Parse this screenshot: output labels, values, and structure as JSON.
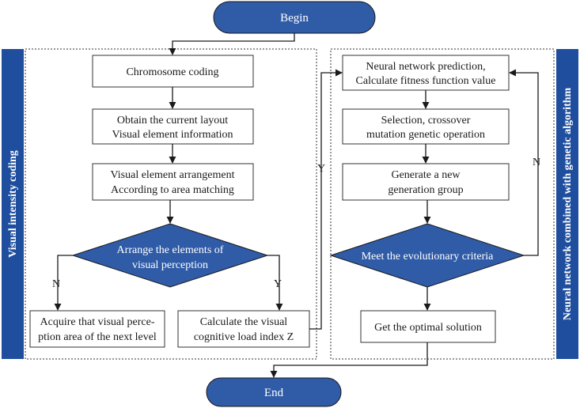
{
  "colors": {
    "node_blue": "#2f5ba7",
    "side_panel_blue": "#1f4e9e",
    "line": "#1a1a1a",
    "box_border": "#333333"
  },
  "diagram": {
    "begin": "Begin",
    "end": "End",
    "left_panel_title": "Visual intensity coding",
    "right_panel_title": "Neural network combined with genetic algorithm",
    "chromosome_coding": "Chromosome coding",
    "obtain_layout": [
      "Obtain the current layout",
      "Visual element information"
    ],
    "arrangement": [
      "Visual element arrangement",
      "According to area matching"
    ],
    "arrange_decision": [
      "Arrange the elements of",
      "visual perception"
    ],
    "acquire_next": [
      "Acquire that visual perce-",
      "ption area of the next level"
    ],
    "calc_load": [
      "Calculate the visual",
      "cognitive load index Z"
    ],
    "nn_prediction": [
      "Neural network prediction,",
      "Calculate fitness function value"
    ],
    "selection": [
      "Selection, crossover",
      "mutation genetic operation"
    ],
    "new_generation": [
      "Generate a new",
      "generation group"
    ],
    "criteria_decision": "Meet the evolutionary criteria",
    "optimal": "Get the optimal solution",
    "label_n_left": "N",
    "label_y_left": "Y",
    "label_y_mid": "Y",
    "label_n_right": "N"
  }
}
